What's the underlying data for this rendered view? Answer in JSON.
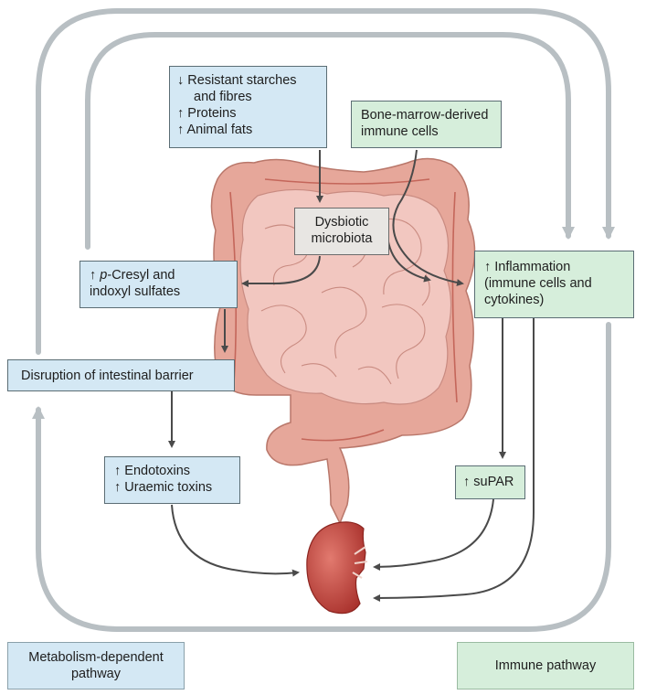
{
  "diet_box": {
    "lines": [
      "↓ Resistant starches",
      "and fibres",
      "↑ Proteins",
      "↑ Animal fats"
    ]
  },
  "bone_marrow_box": {
    "lines": [
      "Bone-marrow-derived",
      "immune cells"
    ]
  },
  "dysbiotic_box": {
    "lines": [
      "Dysbiotic",
      "microbiota"
    ]
  },
  "cresyl_box": {
    "arrow": "↑ ",
    "italic_prefix": "p",
    "line1_rest": "-Cresyl and",
    "line2": "indoxyl sulfates"
  },
  "inflammation_box": {
    "lines": [
      "↑ Inflammation",
      "(immune cells and",
      "cytokines)"
    ]
  },
  "barrier_box": {
    "label": "Disruption of intestinal barrier"
  },
  "toxins_box": {
    "lines": [
      "↑ Endotoxins",
      "↑ Uraemic toxins"
    ]
  },
  "supar_box": {
    "label": "↑ suPAR"
  },
  "legend": {
    "metabolism": [
      "Metabolism-dependent",
      "pathway"
    ],
    "immune": "Immune pathway"
  },
  "colors": {
    "blue_box": "#d4e8f4",
    "green_box": "#d6eedb",
    "grey_box": "#e8e6e3",
    "outer_cycle": "#b8bfc3",
    "arrow": "#4a4a4a",
    "colon": "#e6a79a",
    "intestine": "#f2c7c0",
    "kidney": "#c8453d"
  }
}
